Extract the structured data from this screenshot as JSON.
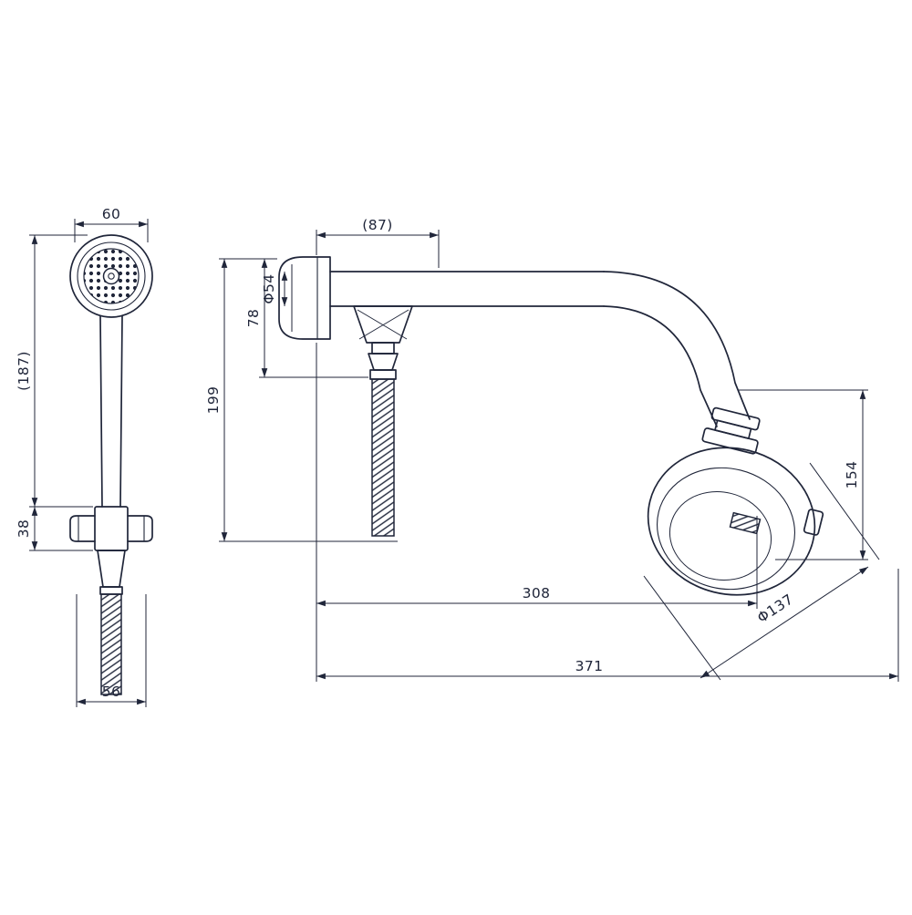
{
  "colors": {
    "line": "#20263a",
    "background": "#ffffff"
  },
  "hand_shower": {
    "head_width": "60",
    "overall_length": "(187)",
    "bracket_height": "38",
    "base_width": "56"
  },
  "wall_shower": {
    "arm_offset": "(87)",
    "flange_diameter": "Φ54",
    "diverter_drop": "78",
    "hose_drop": "199",
    "head_drop": "154",
    "arm_reach": "308",
    "head_diameter": "Φ137",
    "overall_reach": "371"
  }
}
